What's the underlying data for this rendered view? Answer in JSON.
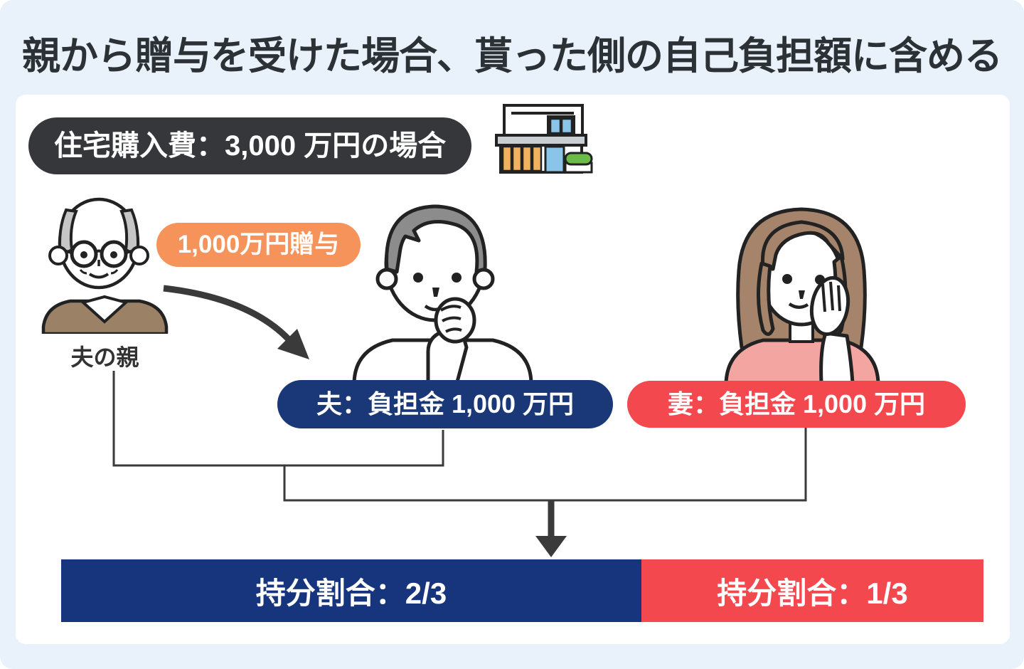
{
  "title": "親から贈与を受けた場合、貰った側の自己負担額に含める",
  "badge": {
    "label": "住宅購入費：3,000 万円の場合"
  },
  "gift_pill": {
    "label": "1,000万円贈与",
    "amount": "1,000万円"
  },
  "parent": {
    "caption": "夫の親"
  },
  "pills": {
    "husband": "夫：負担金 1,000 万円",
    "wife": "妻：負担金 1,000 万円"
  },
  "share_bar": {
    "husband": "持分割合：2/3",
    "wife": "持分割合：1/3",
    "husband_fraction": "2/3",
    "wife_fraction": "1/3"
  },
  "purchase_price": "3,000万円",
  "icons": {
    "house": "house-icon",
    "gift_arrow": "curved-arrow-icon",
    "merge_arrow": "down-arrow-icon"
  },
  "colors": {
    "background": "#e9f1fa",
    "card": "#ffffff",
    "badge_bg": "#35373a",
    "gift_orange": "#f6935a",
    "navy": "#1a3878",
    "bar_navy": "#17357d",
    "red": "#f4484f",
    "line": "#3a3a3a",
    "title_text": "#2c3136"
  }
}
